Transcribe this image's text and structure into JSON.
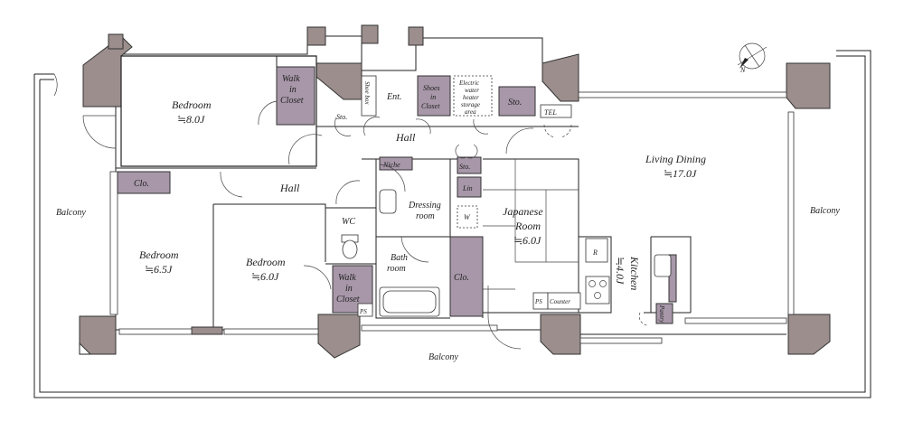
{
  "rooms": {
    "bedroom1_name": "Bedroom",
    "bedroom1_size": "≒8.0J",
    "bedroom2_name": "Bedroom",
    "bedroom2_size": "≒6.5J",
    "bedroom3_name": "Bedroom",
    "bedroom3_size": "≒6.0J",
    "japanese_room_name_line1": "Japanese",
    "japanese_room_name_line2": "Room",
    "japanese_room_size": "≒6.0J",
    "living_dining_name": "Living Dining",
    "living_dining_size": "≒17.0J",
    "kitchen_name": "Kitchen",
    "kitchen_size": "≒4.0J",
    "dressing_room_line1": "Dressing",
    "dressing_room_line2": "room",
    "bathroom_line1": "Bath",
    "bathroom_line2": "room",
    "wc": "WC",
    "hall_upper": "Hall",
    "hall_lower": "Hall",
    "ent": "Ent."
  },
  "storage": {
    "walk_in_closet_top": [
      "Walk",
      "in",
      "Closet"
    ],
    "walk_in_closet_bottom": [
      "Walk",
      "in",
      "Closet"
    ],
    "shoes_in_closet": [
      "Shoes",
      "in",
      "Closet"
    ],
    "electric_water_heater": [
      "Electric",
      "water",
      "heater",
      "storage",
      "area"
    ],
    "shoe_box": "Shoe box",
    "sto_top_left": "Sto.",
    "sto_top_right": "Sto.",
    "sto_middle": "Sto.",
    "tel": "TEL",
    "clo_left": "Clo.",
    "clo_center": "Clo.",
    "niche": "Niche",
    "lin": "Lin",
    "w_mark": "W",
    "ps_left": "PS",
    "ps_right": "PS",
    "counter": "Counter",
    "r_mark": "R",
    "pantry": "Pantry"
  },
  "balconies": {
    "left": "Balcony",
    "right": "Balcony",
    "bottom": "Balcony"
  },
  "compass": {
    "label": "N"
  }
}
